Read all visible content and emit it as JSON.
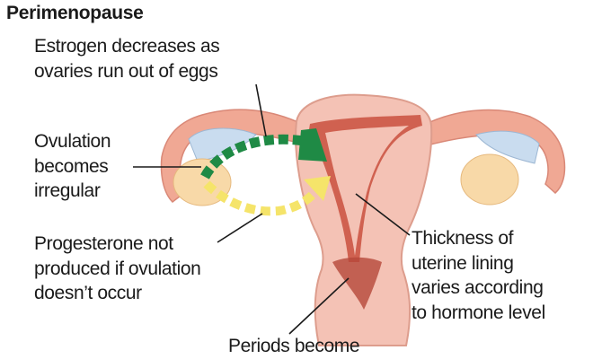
{
  "title": "Perimenopause",
  "labels": {
    "estrogen": [
      "Estrogen decreases as",
      "ovaries run out of eggs"
    ],
    "ovulation": [
      "Ovulation",
      "becomes",
      "irregular"
    ],
    "progesterone": [
      "Progesterone not",
      "produced if ovulation",
      "doesn’t occur"
    ],
    "thickness": [
      "Thickness of",
      "uterine lining",
      "varies according",
      "to hormone level"
    ],
    "periods": [
      "Periods become"
    ]
  },
  "colors": {
    "uterus": "#f2b5a8",
    "lining": "#c9503e",
    "estrogen_arrow": "#1f8a45",
    "progesterone_arrow": "#f5e46a",
    "ovary": "#f8d9a8",
    "fimbria": "#c9dcef"
  }
}
